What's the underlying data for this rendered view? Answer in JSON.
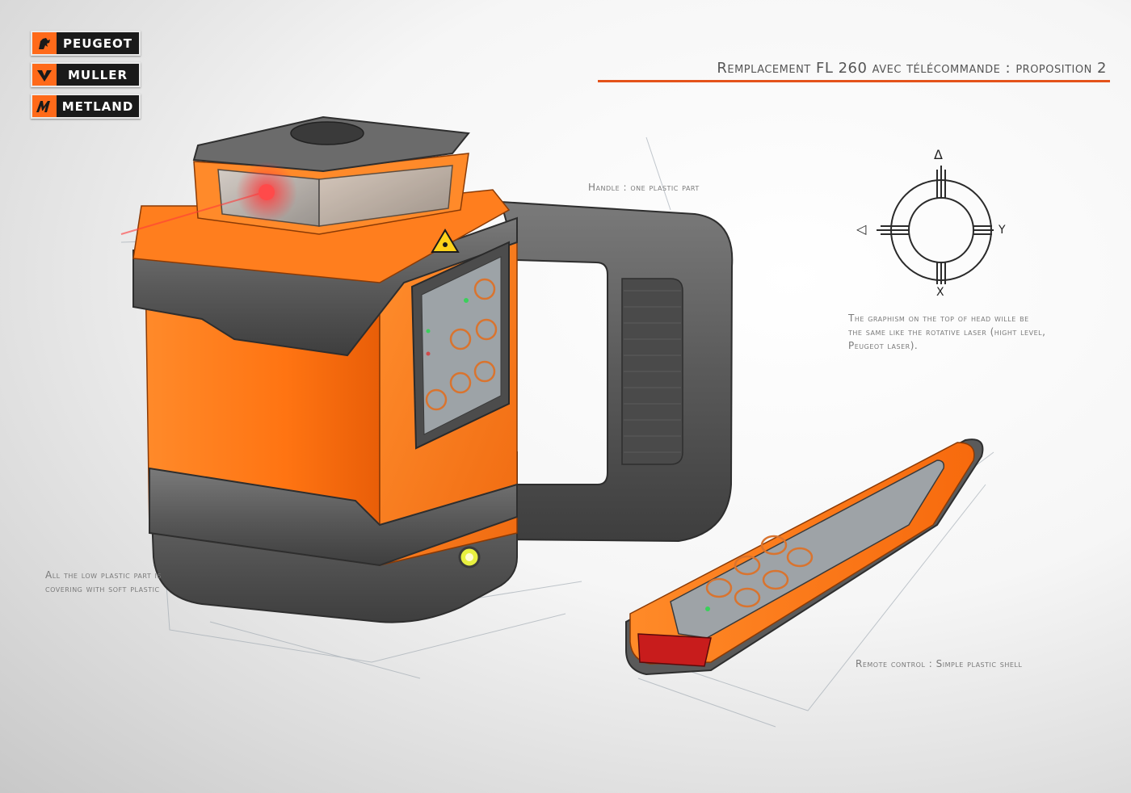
{
  "brands": [
    {
      "name": "PEUGEOT",
      "icon": "lion-icon"
    },
    {
      "name": "MULLER",
      "icon": "chevron-logo-icon"
    },
    {
      "name": "METLAND",
      "icon": "m-logo-icon"
    }
  ],
  "title": "Remplacement FL 260 avec télécommande : proposition 2",
  "notes": {
    "handle": "Handle : one plastic part",
    "graphism": [
      "The graphism on the top of head wille be",
      "the same like the rotative laser (hight level,",
      "Peugeot  laser)."
    ],
    "low_part": [
      "All the low plastic part is",
      "covering with soft plastic"
    ],
    "remote": "Remote control : Simple plastic shell"
  },
  "diagram": {
    "top": "Δ",
    "left": "◁",
    "right": "Y",
    "bottom": "X"
  },
  "colors": {
    "orange": "#ff7a1a",
    "gray": "#5a5a5a",
    "accent": "#e4531a"
  }
}
